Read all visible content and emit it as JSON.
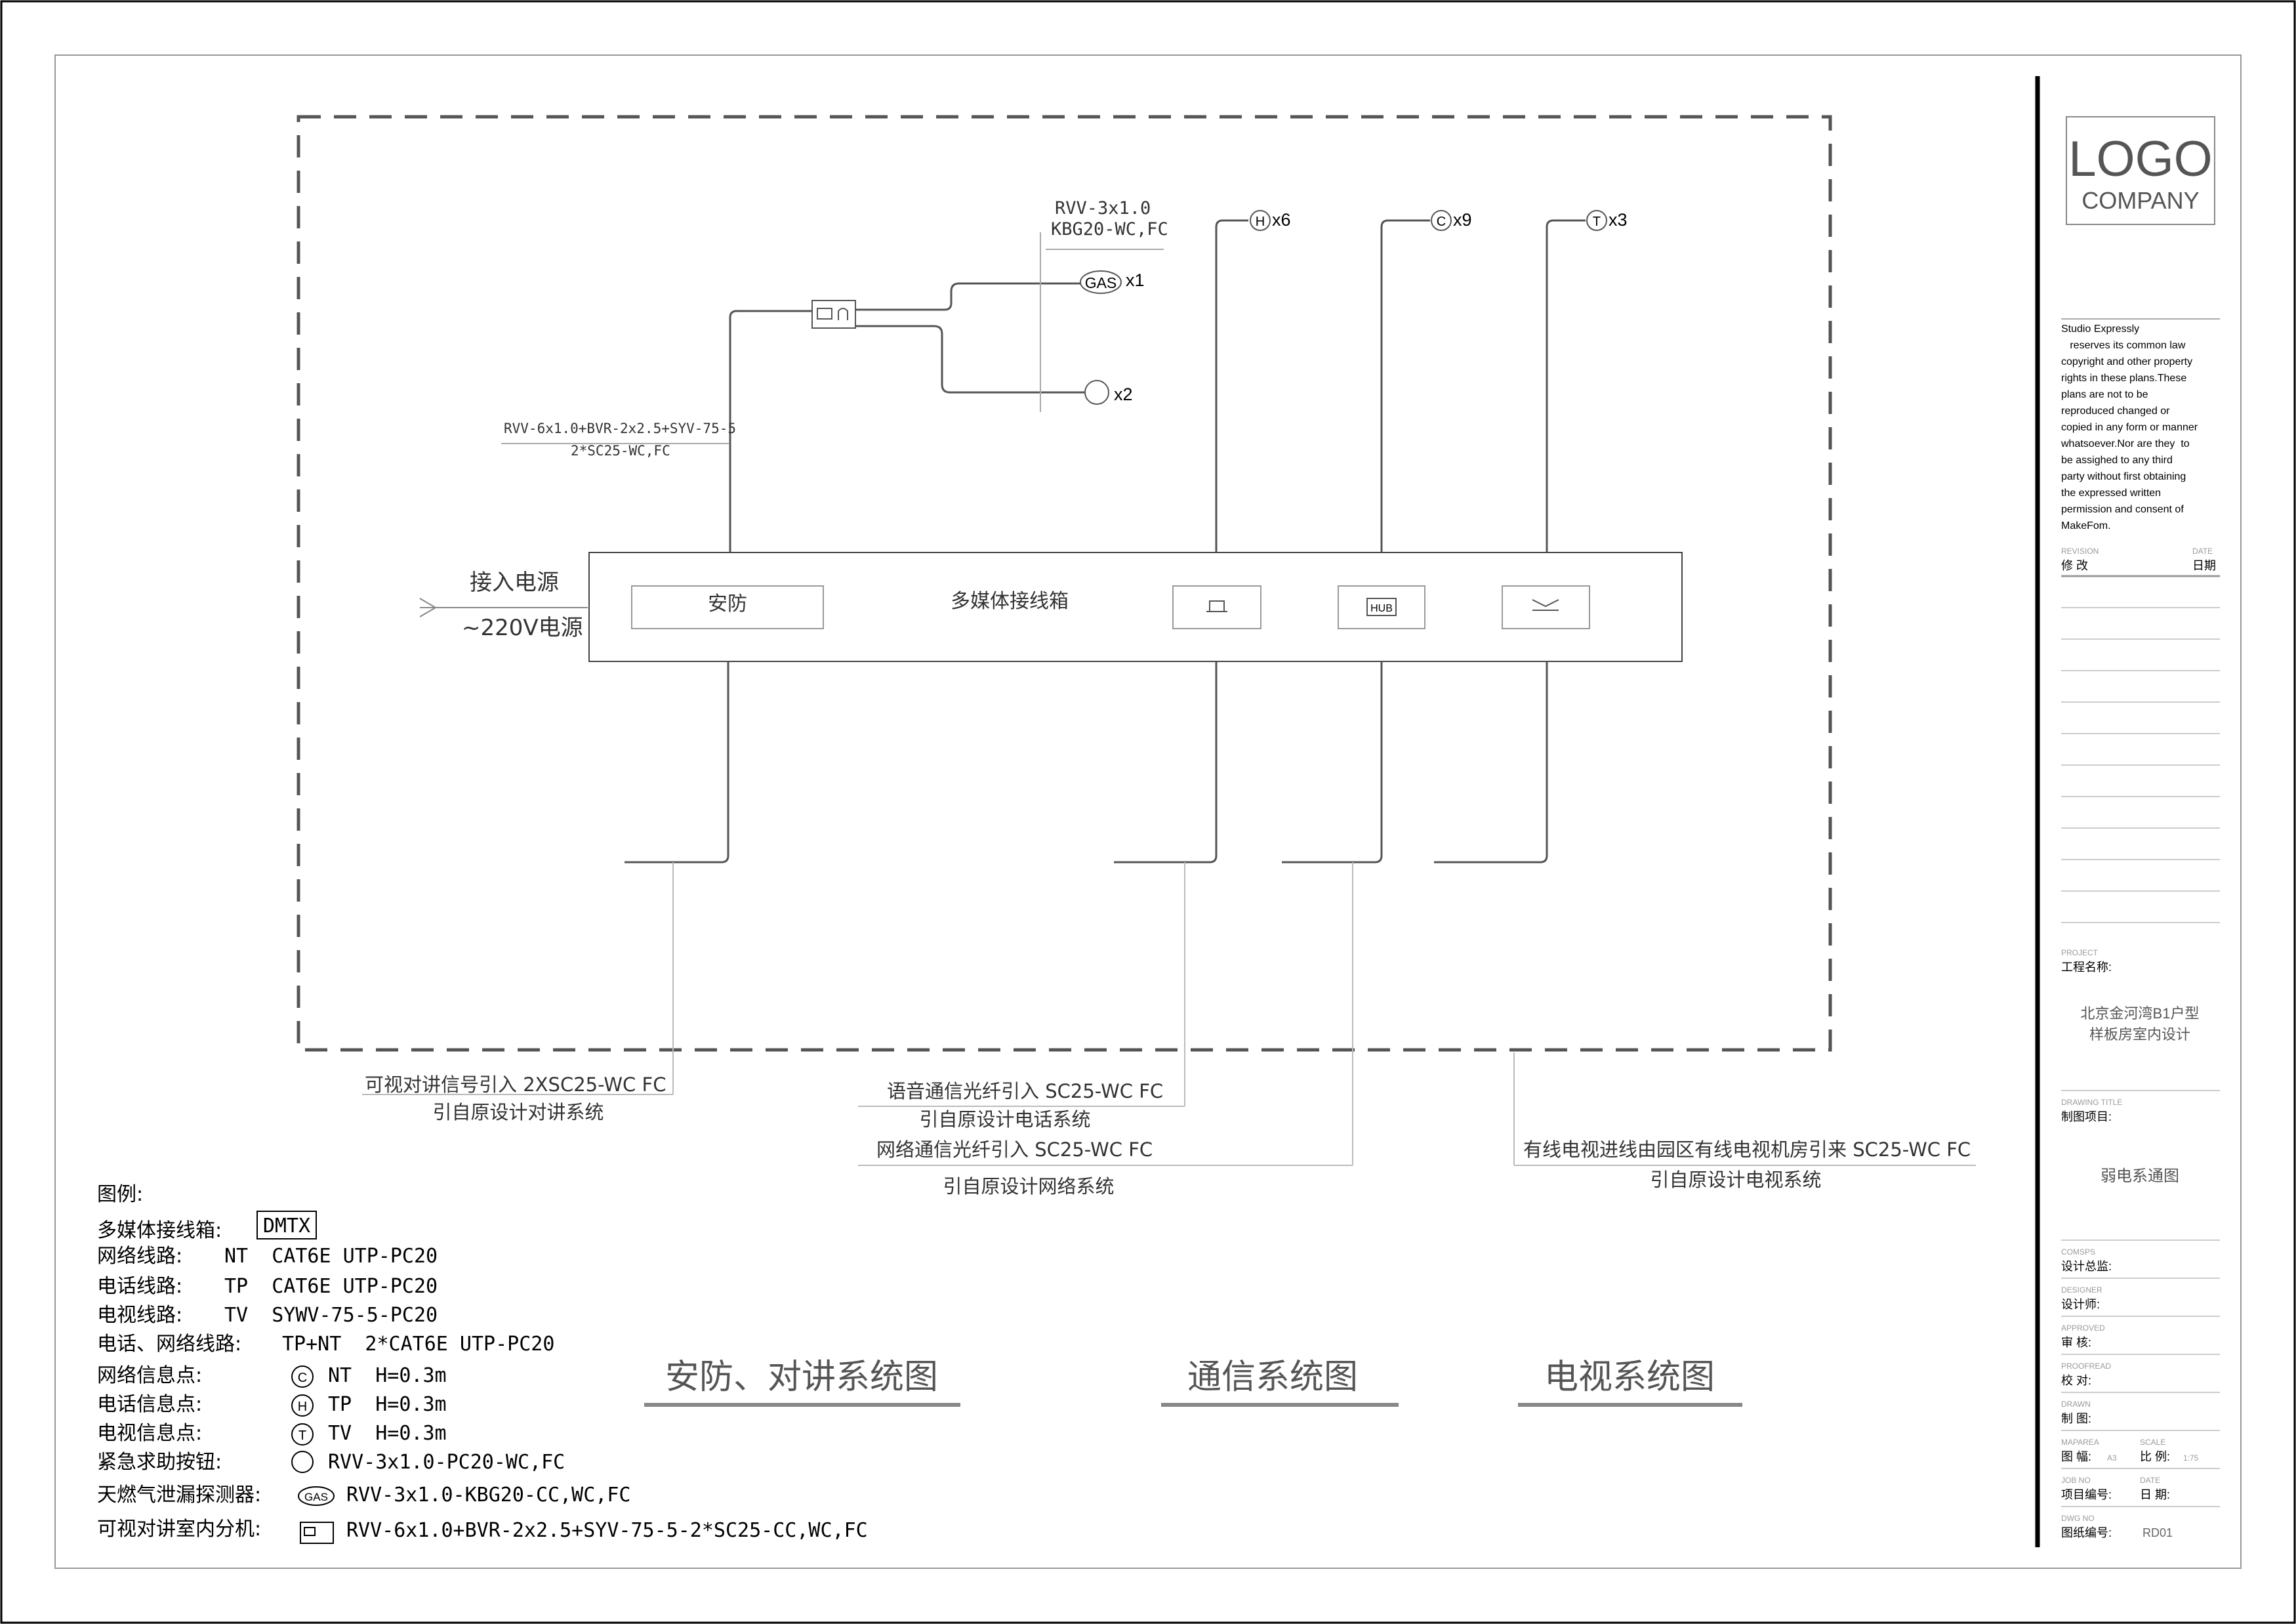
{
  "labels": {
    "power_in": "接入电源",
    "power_220": "~220V电源",
    "box_center": "多媒体接线箱",
    "box_security": "安防",
    "box_hub": "HUB",
    "cable_top_1": "RVV-3x1.0",
    "cable_top_2": "KBG20-WC,FC",
    "gas_symbol": "GAS",
    "gas_count": "x1",
    "button_count": "x2",
    "cable_left_1": "RVV-6x1.0+BVR-2x2.5+SYV-75-5",
    "cable_left_2": "2*SC25-WC,FC",
    "h_symbol": "H",
    "h_count": "x6",
    "c_symbol": "C",
    "c_count": "x9",
    "t_symbol": "T",
    "t_count": "x3",
    "note_intercom_1": "可视对讲信号引入 2XSC25-WC FC",
    "note_intercom_2": "引自原设计对讲系统",
    "note_voice_1": "语音通信光纤引入 SC25-WC FC",
    "note_voice_2": "引自原设计电话系统",
    "note_net_1": "网络通信光纤引入 SC25-WC FC",
    "note_net_2": "引自原设计网络系统",
    "note_tv_1": "有线电视进线由园区有线电视机房引来 SC25-WC FC",
    "note_tv_2": "引自原设计电视系统"
  },
  "legend": {
    "title": "图例:",
    "dmtx_label": "多媒体接线箱:",
    "dmtx_symbol": "DMTX",
    "rows": [
      {
        "label": "网络线路:",
        "value": "NT  CAT6E UTP-PC20"
      },
      {
        "label": "电话线路:",
        "value": "TP  CAT6E UTP-PC20"
      },
      {
        "label": "电视线路:",
        "value": "TV  SYWV-75-5-PC20"
      },
      {
        "label": "电话、网络线路:",
        "value": "TP+NT  2*CAT6E UTP-PC20"
      }
    ],
    "points": [
      {
        "label": "网络信息点:",
        "symbol": "C",
        "value": "NT  H=0.3m"
      },
      {
        "label": "电话信息点:",
        "symbol": "H",
        "value": "TP  H=0.3m"
      },
      {
        "label": "电视信息点:",
        "symbol": "T",
        "value": "TV  H=0.3m"
      },
      {
        "label": "紧急求助按钮:",
        "symbol": "",
        "value": "RVV-3x1.0-PC20-WC,FC"
      }
    ],
    "gas_label": "天燃气泄漏探测器:",
    "gas_symbol": "GAS",
    "gas_value": "RVV-3x1.0-KBG20-CC,WC,FC",
    "intercom_label": "可视对讲室内分机:",
    "intercom_value": "RVV-6x1.0+BVR-2x2.5+SYV-75-5-2*SC25-CC,WC,FC"
  },
  "titles": {
    "security": "安防、对讲系统图",
    "comm": "通信系统图",
    "tv": "电视系统图"
  },
  "titleblock": {
    "logo": "LOGO",
    "company": "COMPANY",
    "notice": [
      "Studio Expressly",
      "   reserves its common law",
      "copyright and other property",
      "rights in these plans.These",
      "plans are not to be",
      "reproduced changed or",
      "copied in any form or manner",
      "whatsoever.Nor are they  to",
      "be assighed to any third",
      "party without first obtaining",
      "the expressed written",
      "permission and consent of",
      "MakeFom."
    ],
    "revision_en": "REVISION",
    "revision_cn": "修  改",
    "date_en": "DATE",
    "date_cn": "日期",
    "project_en": "PROJECT",
    "project_cn": "工程名称:",
    "project_name_1": "北京金河湾B1户型",
    "project_name_2": "样板房室内设计",
    "drawing_title_en": "DRAWING TITLE",
    "drawing_title_cn": "制图项目:",
    "drawing_name": "弱电系通图",
    "comsps_en": "COMSPS",
    "comsps_cn": "设计总监:",
    "designer_en": "DESIGNER",
    "designer_cn": "设计师:",
    "approved_en": "APPROVED",
    "approved_cn": "审  核:",
    "proofread_en": "PROOFREAD",
    "proofread_cn": "校  对:",
    "drawn_en": "DRAWN",
    "drawn_cn": "制  图:",
    "mapsize_en": "MAPAREA",
    "mapsize_cn": "图  幅:",
    "mapsize_val": "A3",
    "scale_en": "SCALE",
    "scale_cn": "比  例:",
    "scale_val": "1:75",
    "job_en": "JOB NO",
    "job_cn": "项目编号:",
    "jobdate_en": "DATE",
    "jobdate_cn": "日  期:",
    "dwg_en": "DWG NO",
    "dwg_cn": "图纸编号:",
    "dwg_val": "RD01"
  }
}
